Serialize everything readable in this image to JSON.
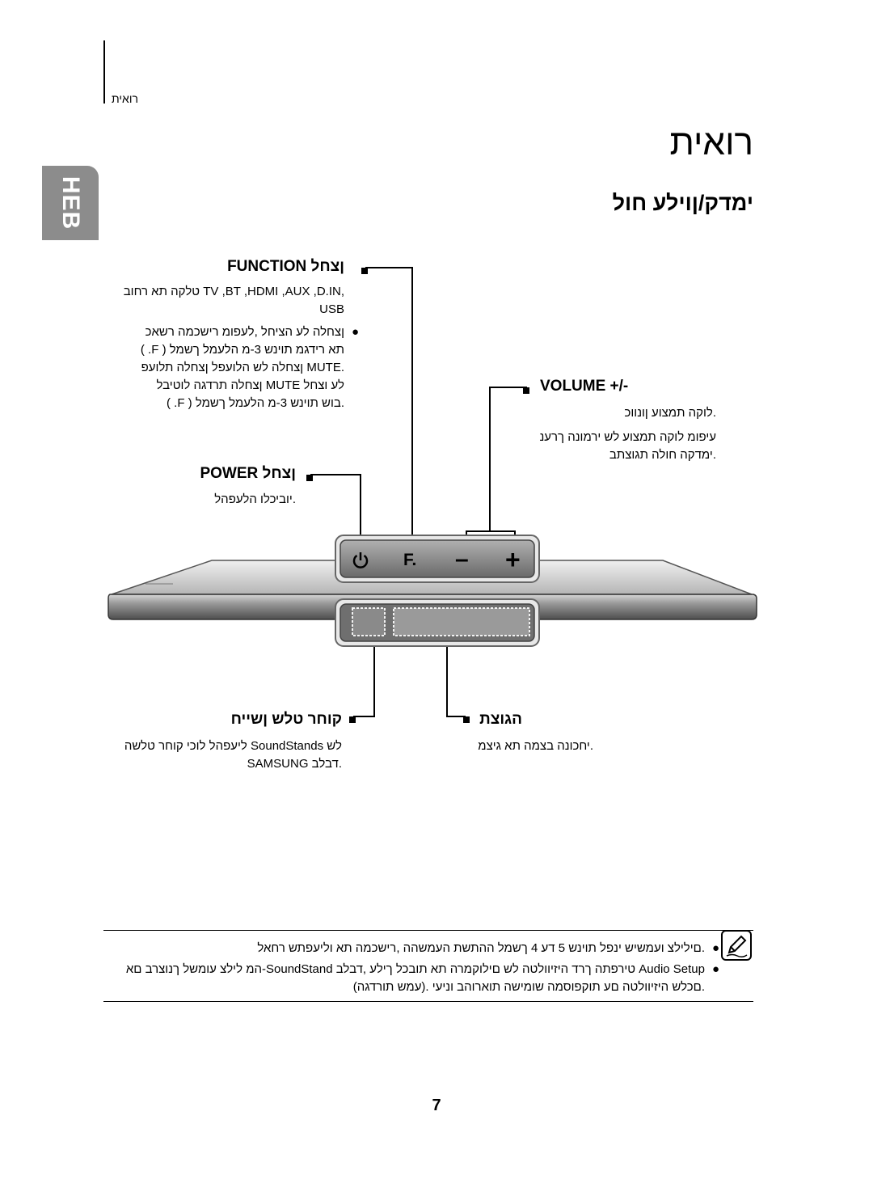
{
  "header": {
    "running_title": "רואית",
    "page_title": "רואית",
    "lang_tab": "HEB",
    "section_title": "ימדק/ןוילע חול"
  },
  "function_button": {
    "title": "FUNCTION ןצחל",
    "line1": ",TV ,BT ,HDMI ,AUX ,D.IN טלקה תא רחוב",
    "line2": "USB",
    "bullet_lines": [
      "ןצחלה לע הציחל ,לעפומ רישכמה רשאכ",
      "תא רידגמ תוינש 3-מ הלעמל ךשמל ( F. )",
      ".MUTE ןצחלה לש הלועפל ןצחלה תלועפ",
      "לע וצחל MUTE ןצחלה תרדגה לוטיבל",
      ".בוש תוינש 3-מ הלעמל ךשמל ( F. )"
    ]
  },
  "power_button": {
    "title": "POWER ןצחל",
    "line1": ".יוביכלו הלעפהל"
  },
  "volume_button": {
    "title": "VOLUME +/-",
    "line1": ".לוקה תמצוע ןונווכ",
    "line2": "עיפומ לוקה תמצוע לש ירמונה ךרענ",
    "line3": ".ימדקה חולה תגוצתב"
  },
  "remote_sensor": {
    "title": "קוחר טלש ןשייח",
    "line1": "לש SoundStands ליעפהל לוכי קוחר טלשה",
    "line2": ".דבלב SAMSUNG"
  },
  "display": {
    "title": "הגוצת",
    "line1": ".יחכונה בצמה תא גיצמ"
  },
  "device_buttons": {
    "power_icon": "power-icon",
    "function_label": "F.",
    "minus_label": "–",
    "plus_label": "+"
  },
  "notes": {
    "icon": "note-pencil-icon",
    "items": [
      ".םילילצ ועמשיש ינפל תוינש 5 דע 4 ךשמל ההתשת העמשהה ,רישכמה תא וליעפתש רחאל",
      "Audio Setup טירפתה ךרד היזיוולטה לש םילוקמרה תא תובכל ךילע ,דבלב SoundStand-המ לילצ עומשל ךנוצרב םא",
      ".םכלש היזיוולטה םע תוקפוסמה שומישה תוארוהב וניעי .(עמש תורדגה)"
    ]
  },
  "page_number": "7"
}
